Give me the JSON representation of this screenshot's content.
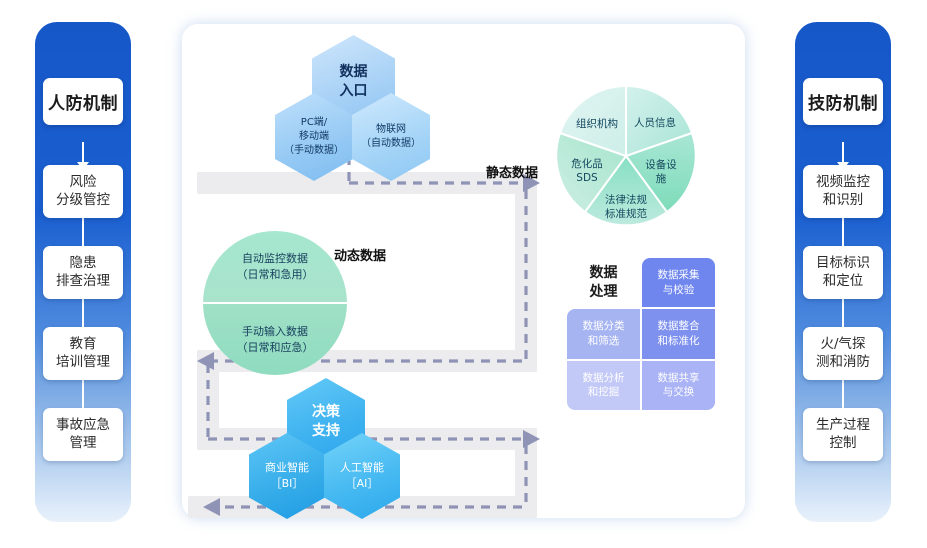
{
  "left_panel": {
    "title": "人防机制",
    "items": [
      {
        "label": "风险\n分级管控"
      },
      {
        "label": "隐患\n排查治理"
      },
      {
        "label": "教育\n培训管理"
      },
      {
        "label": "事故应急\n管理"
      }
    ]
  },
  "right_panel": {
    "title": "技防机制",
    "items": [
      {
        "label": "视频监控\n和识别"
      },
      {
        "label": "目标标识\n和定位"
      },
      {
        "label": "火/气探\n测和消防"
      },
      {
        "label": "生产过程\n控制"
      }
    ]
  },
  "center": {
    "entry_hexes": {
      "main": "数据\n入口",
      "left": "PC端/\n移动端\n（手动数据）",
      "right": "物联网\n（自动数据）"
    },
    "decision_hexes": {
      "main": "决策\n支持",
      "left": "商业智能\n［BI］",
      "right": "人工智能\n［AI］"
    },
    "flow_labels": {
      "static": "静态数据",
      "dynamic": "动态数据"
    },
    "green_circle": {
      "top": "自动监控数据\n（日常和急用）",
      "bottom": "手动输入数据\n（日常和应急）"
    },
    "pie": {
      "slices": [
        {
          "label": "人员信息"
        },
        {
          "label": "设备设施"
        },
        {
          "label": "法律法规\n标准规范"
        },
        {
          "label": "危化品\nSDS"
        },
        {
          "label": "组织机构"
        }
      ]
    },
    "processing": {
      "label": "数据\n处理",
      "cells": [
        {
          "label": "数据采集\n与校验"
        },
        {
          "label": "数据分类\n和筛选"
        },
        {
          "label": "数据整合\n和标准化"
        },
        {
          "label": "数据分析\n和挖掘"
        },
        {
          "label": "数据共享\n与交换"
        }
      ]
    }
  },
  "chart_data": {
    "type": "pie",
    "title": "静态数据",
    "categories": [
      "人员信息",
      "设备设施",
      "法律法规标准规范",
      "危化品SDS",
      "组织机构"
    ],
    "values": [
      20,
      20,
      20,
      20,
      20
    ],
    "legend": "none",
    "colors": [
      "#bfeae4",
      "#8fe0c8",
      "#7fdcbe",
      "#a9e4cf",
      "#cdeee8"
    ]
  }
}
